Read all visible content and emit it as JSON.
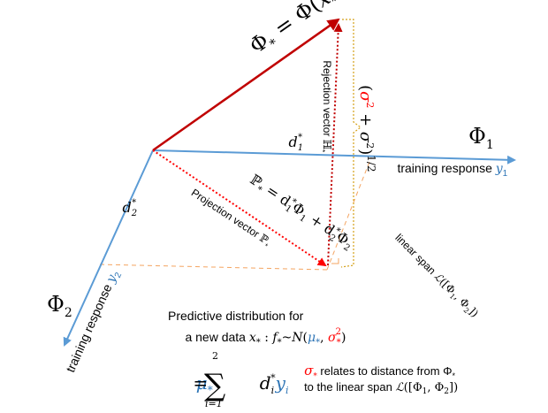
{
  "colors": {
    "phi_axes": "#5b9bd5",
    "phi_star": "#c00000",
    "rejection": "#c00000",
    "projection": "#ff0000",
    "bracket": "#d4a017",
    "guides": "#f4a460",
    "text": "#000000",
    "sigma_red": "#ff0000",
    "mu_blue": "#2e75b6"
  },
  "labels": {
    "phi_star_eq": "Φ",
    "phi_star_sub": "*",
    "phi_star_rhs": " = Φ(",
    "phi_star_x": "x",
    "phi_star_x_sub": "*",
    "phi_star_close": ")",
    "rejection_text": "Rejection vector ",
    "rejection_sym": "ℍ",
    "rejection_sub": "*",
    "sigma_open": "(",
    "sigma_a": "σ",
    "sigma_a_sup": "2",
    "sigma_plus": " + ",
    "sigma_b": "σ",
    "sigma_b_sup": "2",
    "sigma_close": ")",
    "sigma_exp": "1/2",
    "d1_star": "d",
    "d1_sub": "1",
    "d1_sup": "*",
    "phi1": "Φ",
    "phi1_sub": "1",
    "training_y1": "training response ",
    "y1": "y",
    "y1_sub": "1",
    "proj_eq_P": "ℙ",
    "proj_eq_Psub": "*",
    "proj_eq_rhs": " = d",
    "proj_eq_d1sub": "1",
    "proj_eq_d1sup": "*",
    "proj_eq_phi1": "Φ",
    "proj_eq_phi1sub": "1",
    "proj_eq_plus": " + d",
    "proj_eq_d2sub": "2",
    "proj_eq_d2sup": "*",
    "proj_eq_phi2": "Φ",
    "proj_eq_phi2sub": "2",
    "projection_text": "Projection vector ",
    "projection_sym": "ℙ",
    "projection_sub": "*",
    "d2_star": "d",
    "d2_sub": "2",
    "d2_sup": "*",
    "linear_span": "linear span ",
    "linear_span_L": "ℒ",
    "linear_span_args": "([Φ",
    "linear_span_s1": "1",
    "linear_span_mid": ", Φ",
    "linear_span_s2": "2",
    "linear_span_close": "])",
    "phi2": "Φ",
    "phi2_sub": "2",
    "training_y2": "training response ",
    "y2": "y",
    "y2_sub": "2",
    "pred_line1": "Predictive distribution for",
    "pred_line2a": "a new data ",
    "pred_x": "x",
    "pred_x_sub": "*",
    "pred_colon": " : ",
    "pred_f": "f",
    "pred_f_sub": "*",
    "pred_tilde": "~",
    "pred_N": "N",
    "pred_open": "(",
    "pred_mu": "μ",
    "pred_mu_sub": "*",
    "pred_comma": ", ",
    "pred_sigma": "σ",
    "pred_sigma_sub": "*",
    "pred_sigma_sup": "2",
    "pred_close": ")",
    "mu_sym": "μ",
    "mu_sub": "*",
    "mu_eq": " = ",
    "sum_top": "2",
    "sum_sym": "∑",
    "sum_bottom": "i=1",
    "sum_d": "d",
    "sum_d_sub": "i",
    "sum_d_sup": "*",
    "sum_y": "y",
    "sum_y_sub": "i",
    "rel_sigma": "σ",
    "rel_sigma_sub": "*",
    "rel_text1": " relates to distance from Φ",
    "rel_text1_sub": "*",
    "rel_text2": "to the linear span ",
    "rel_L": "ℒ",
    "rel_args": "([Φ",
    "rel_s1": "1",
    "rel_mid": ", Φ",
    "rel_s2": "2",
    "rel_close": "])"
  }
}
